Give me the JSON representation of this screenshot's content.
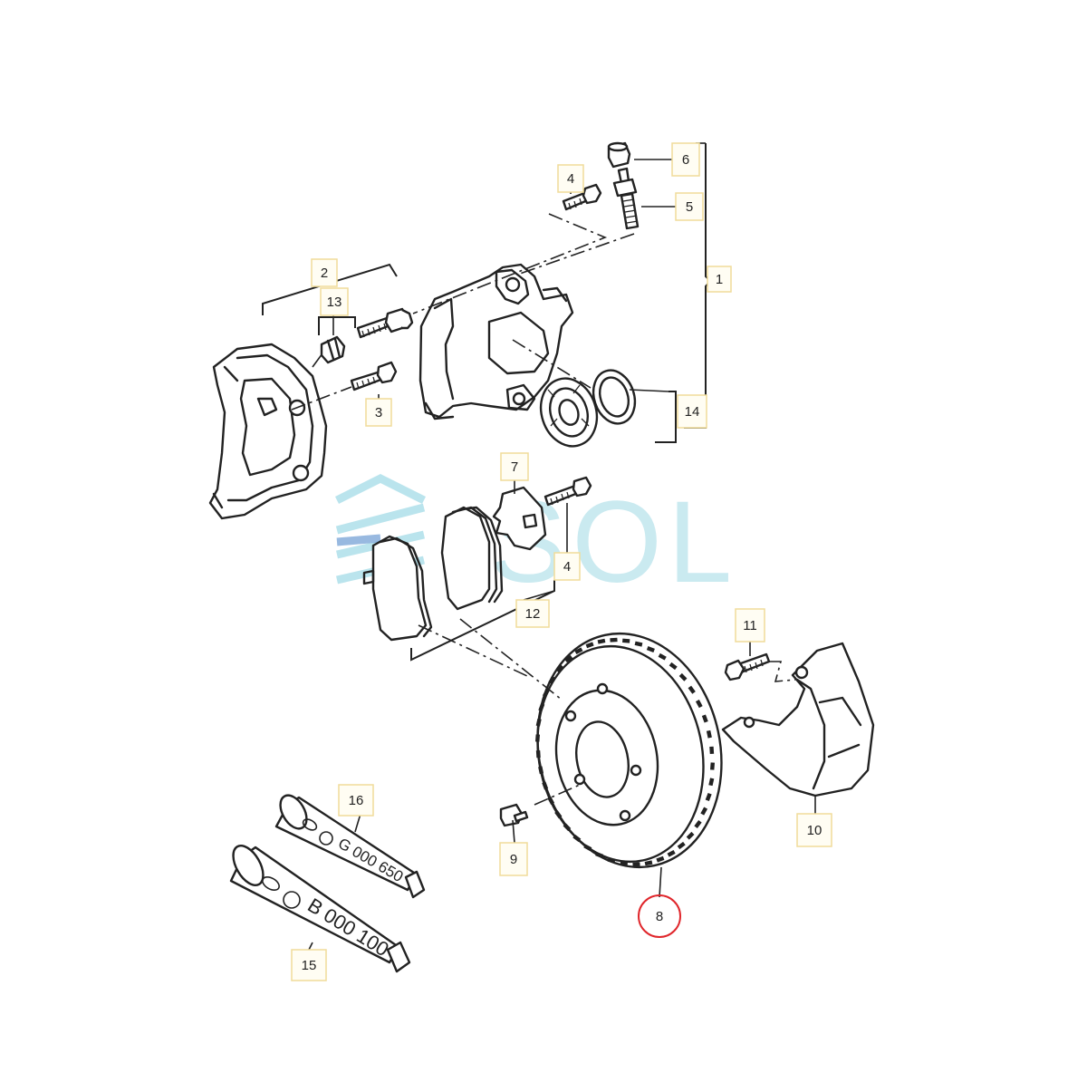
{
  "watermark": {
    "text": "SOL",
    "color": "#7fcbdc"
  },
  "highlight_color": "#e0262b",
  "callouts": [
    {
      "id": "1",
      "label": "1"
    },
    {
      "id": "2",
      "label": "2"
    },
    {
      "id": "3",
      "label": "3"
    },
    {
      "id": "4a",
      "label": "4"
    },
    {
      "id": "4b",
      "label": "4"
    },
    {
      "id": "5",
      "label": "5"
    },
    {
      "id": "6",
      "label": "6"
    },
    {
      "id": "7",
      "label": "7"
    },
    {
      "id": "8",
      "label": "8",
      "highlighted": true
    },
    {
      "id": "9",
      "label": "9"
    },
    {
      "id": "10",
      "label": "10"
    },
    {
      "id": "11",
      "label": "11"
    },
    {
      "id": "12",
      "label": "12"
    },
    {
      "id": "13",
      "label": "13"
    },
    {
      "id": "14",
      "label": "14"
    },
    {
      "id": "15",
      "label": "15"
    },
    {
      "id": "16",
      "label": "16"
    }
  ],
  "tubes": {
    "upper": {
      "code": "G 000 650"
    },
    "lower": {
      "code": "B 000 100"
    }
  }
}
